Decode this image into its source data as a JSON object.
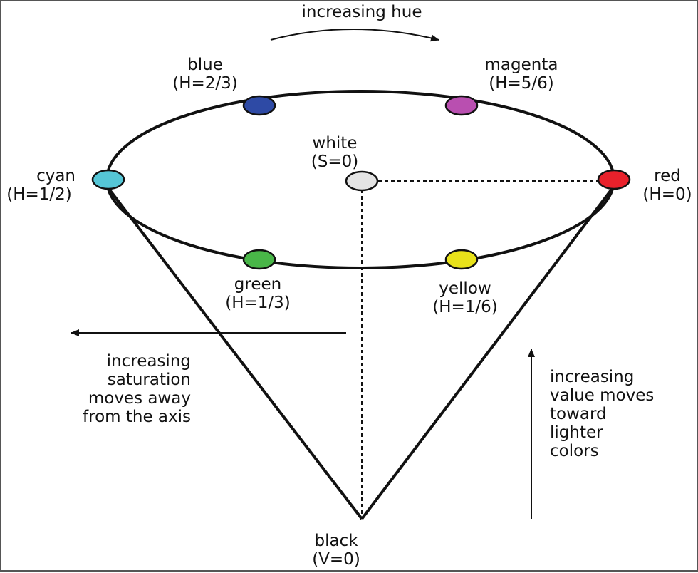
{
  "title": "increasing hue",
  "colors": {
    "outline": "#111111",
    "blue": "#2e4aa5",
    "magenta": "#b94fb0",
    "cyan": "#55c6d6",
    "red": "#e8212b",
    "green": "#49b648",
    "yellow": "#e8e21a",
    "white": "#e4e4e4"
  },
  "nodes": {
    "blue": {
      "name": "blue",
      "value": "(H=2/3)"
    },
    "magenta": {
      "name": "magenta",
      "value": "(H=5/6)"
    },
    "white": {
      "name": "white",
      "value": "(S=0)"
    },
    "cyan": {
      "name": "cyan",
      "value": "(H=1/2)"
    },
    "red": {
      "name": "red",
      "value": "(H=0)"
    },
    "green": {
      "name": "green",
      "value": "(H=1/3)"
    },
    "yellow": {
      "name": "yellow",
      "value": "(H=1/6)"
    },
    "black": {
      "name": "black",
      "value": "(V=0)"
    }
  },
  "annotations": {
    "saturation": [
      "increasing",
      "saturation",
      "moves away",
      "from the axis"
    ],
    "value": [
      "increasing",
      "value moves",
      "toward",
      "lighter",
      "colors"
    ]
  }
}
